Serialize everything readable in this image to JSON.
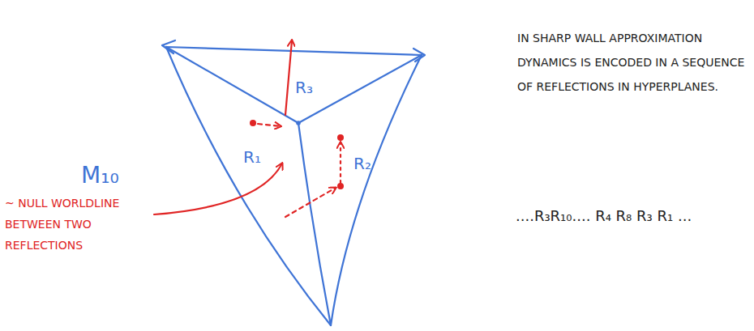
{
  "diagram": {
    "labels": [
      "M₁₀",
      "R₃",
      "R₁",
      "R₂",
      "~ NULL WORLDLINE BETWEEN TWO REFLECTIONS",
      "IN SHARP WALL APPROXIMATION DYNAMICS IS ENCODED IN A SEQUENCE OF REFLECTIONS IN HYPERPLANES.",
      "....R₃R₁₀.... R₄ R₈ R₃ R₁ ..."
    ]
  }
}
